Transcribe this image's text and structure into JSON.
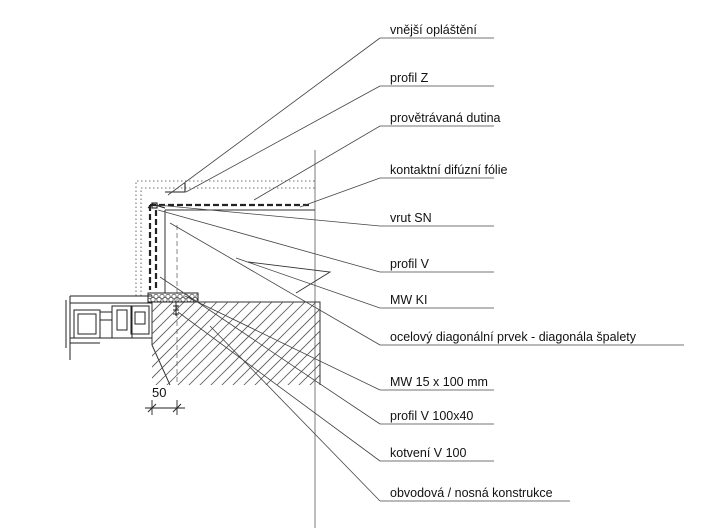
{
  "labels": [
    "vnější opláštění",
    "profil Z",
    "provětrávaná dutina",
    "kontaktní difúzní fólie",
    "vrut SN",
    "profil V",
    "MW KI",
    "ocelový diagonální prvek - diagonála špalety",
    "MW 15 x 100 mm",
    "profil V 100x40",
    "kotvení V 100",
    "obvodová / nosná konstrukce"
  ],
  "dimension": "50",
  "colors": {
    "line": "#333333",
    "text": "#111111",
    "hatch": "#555555"
  }
}
